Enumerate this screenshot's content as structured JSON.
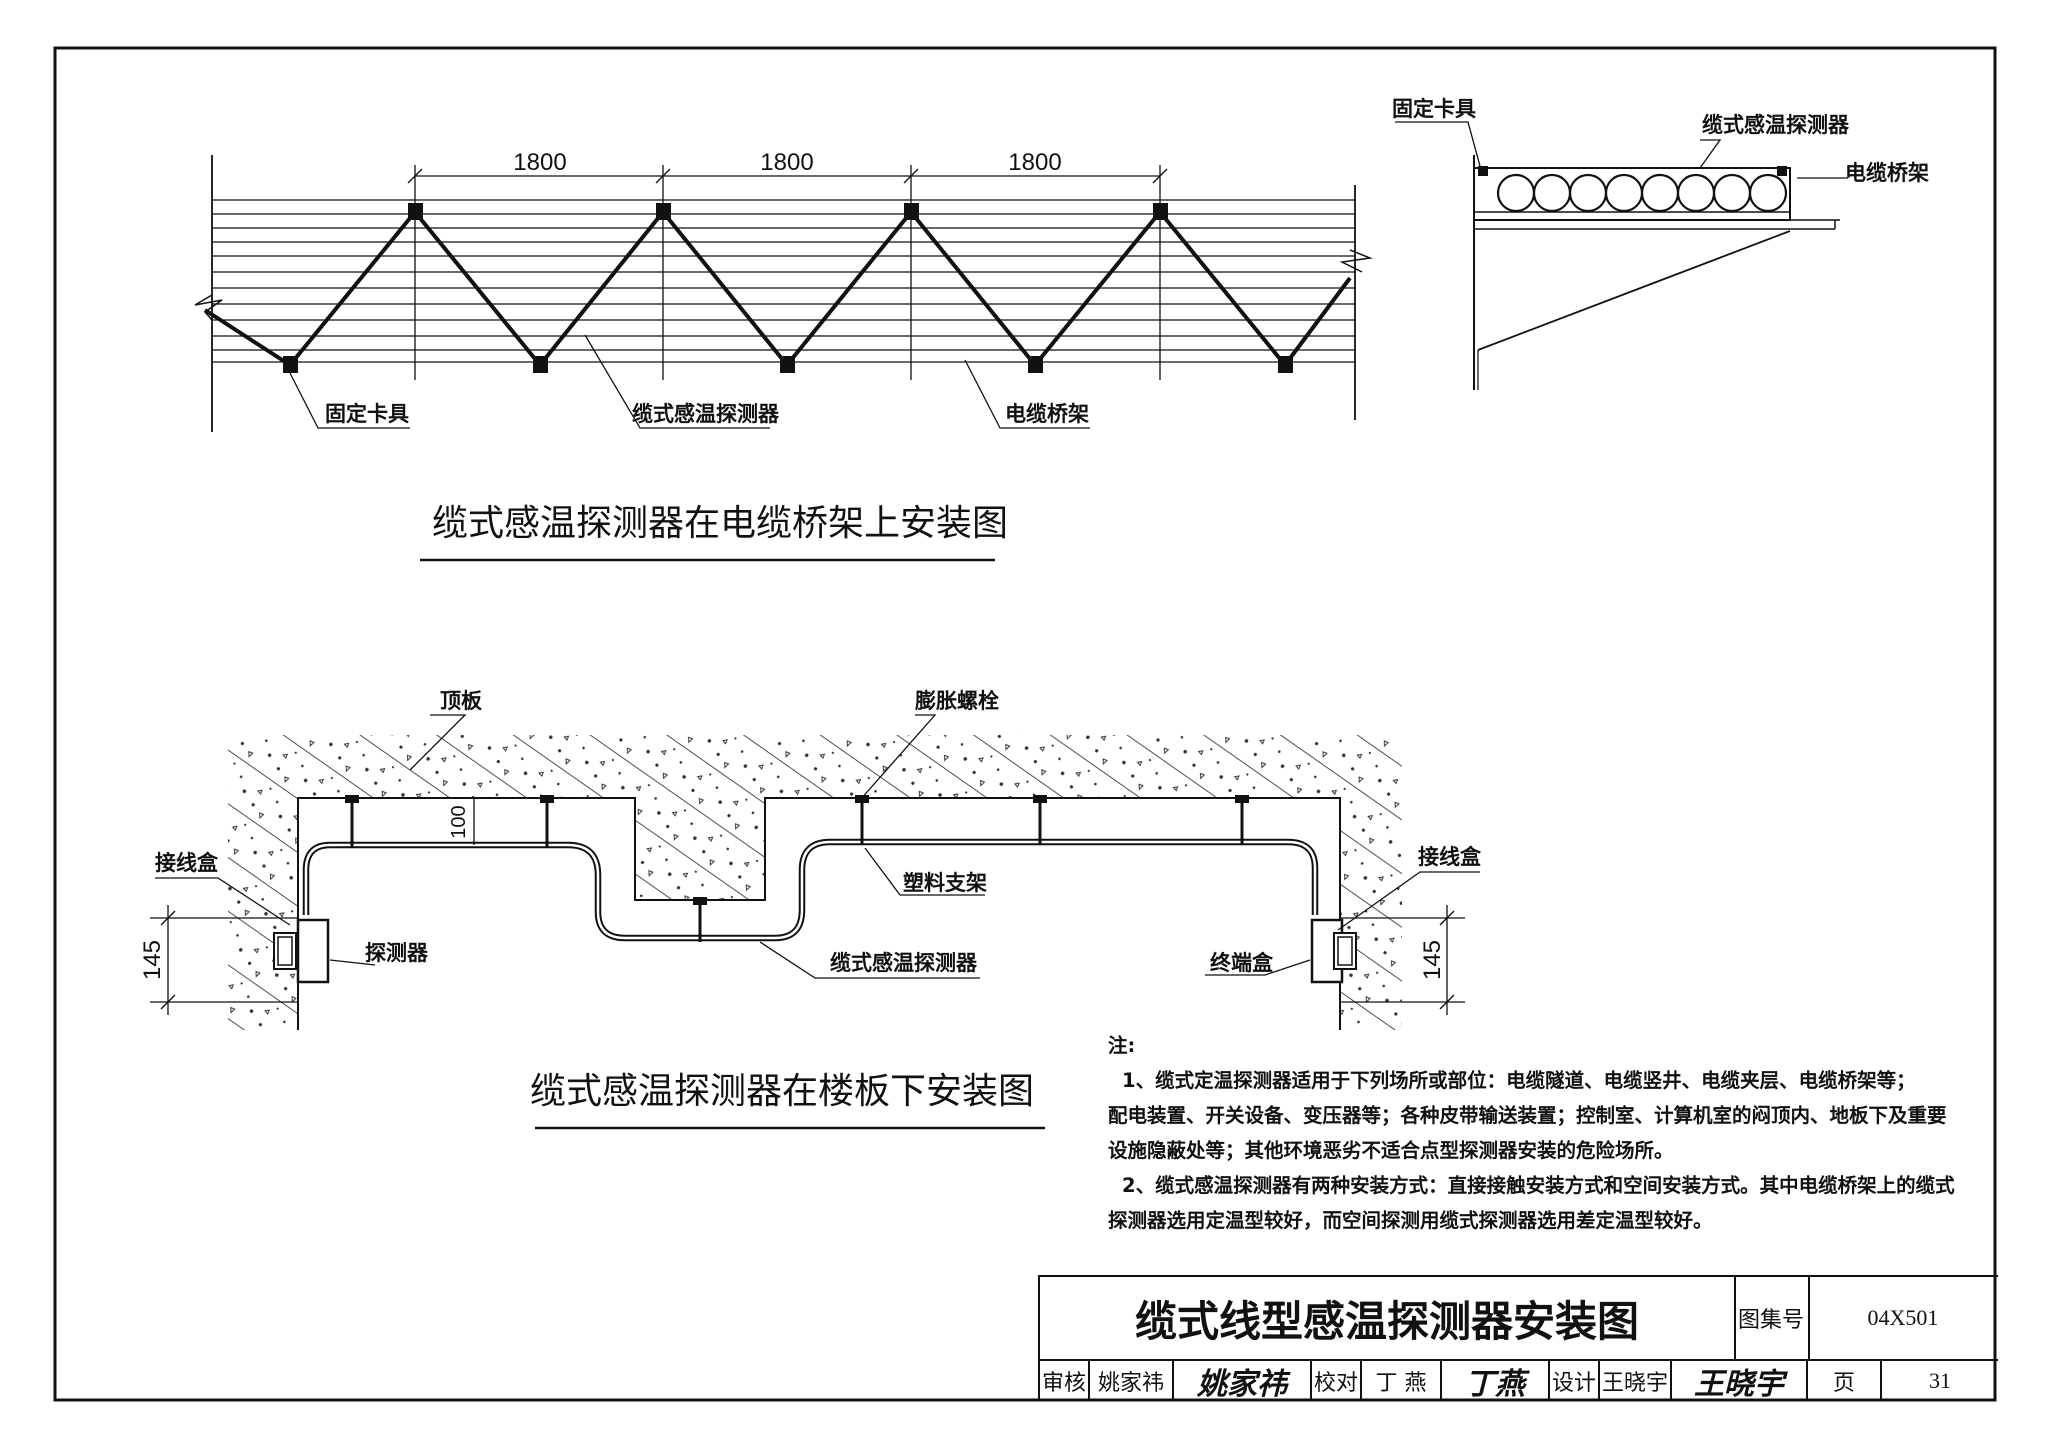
{
  "top_left_diagram": {
    "dim_labels": [
      "1800",
      "1800",
      "1800"
    ],
    "label_clamp": "固定卡具",
    "label_detector": "缆式感温探测器",
    "label_tray": "电缆桥架",
    "caption": "缆式感温探测器在电缆桥架上安装图"
  },
  "top_right_diagram": {
    "label_clamp": "固定卡具",
    "label_detector": "缆式感温探测器",
    "label_tray": "电缆桥架"
  },
  "bottom_diagram": {
    "label_ceiling": "顶板",
    "label_bolt": "膨胀螺栓",
    "label_junction_left": "接线盒",
    "label_junction_right": "接线盒",
    "label_support": "塑料支架",
    "label_detector_box": "探测器",
    "label_cable": "缆式感温探测器",
    "label_end_box": "终端盒",
    "dim_left": "145",
    "dim_right": "145",
    "dim_gap": "100",
    "caption": "缆式感温探测器在楼板下安装图"
  },
  "notes": {
    "heading": "注:",
    "lines": [
      "1、缆式定温探测器适用于下列场所或部位：电缆隧道、电缆竖井、电缆夹层、电缆桥架等；",
      "配电装置、开关设备、变压器等；各种皮带输送装置；控制室、计算机室的闷顶内、地板下及重要",
      "设施隐蔽处等；其他环境恶劣不适合点型探测器安装的危险场所。",
      "2、缆式感温探测器有两种安装方式：直接接触安装方式和空间安装方式。其中电缆桥架上的缆式",
      "探测器选用定温型较好，而空间探测用缆式探测器选用差定温型较好。"
    ]
  },
  "title_block": {
    "title": "缆式线型感温探测器安装图",
    "atlas_label": "图集号",
    "atlas_value": "04X501",
    "review_label": "审核",
    "review_name": "姚家祎",
    "review_sig": "姚家祎",
    "check_label": "校对",
    "check_name": "丁 燕",
    "check_sig": "丁燕",
    "design_label": "设计",
    "design_name": "王晓宇",
    "design_sig": "王晓宇",
    "page_label": "页",
    "page_value": "31"
  }
}
